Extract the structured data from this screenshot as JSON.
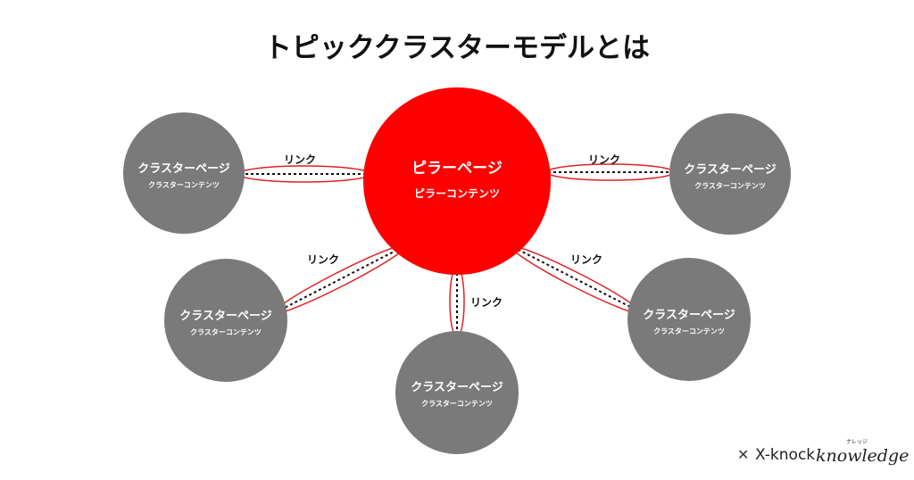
{
  "title": "トピッククラスターモデルとは",
  "colors": {
    "pillar": "#fe0000",
    "cluster": "#7a7a7a",
    "link_outline": "#e02020",
    "link_dash": "#111111"
  },
  "pillar": {
    "title": "ピラーページ",
    "subtitle": "ピラーコンテンツ"
  },
  "clusters": [
    {
      "title": "クラスターページ",
      "subtitle": "クラスターコンテンツ"
    },
    {
      "title": "クラスターページ",
      "subtitle": "クラスターコンテンツ"
    },
    {
      "title": "クラスターページ",
      "subtitle": "クラスターコンテンツ"
    },
    {
      "title": "クラスターページ",
      "subtitle": "クラスターコンテンツ"
    },
    {
      "title": "クラスターページ",
      "subtitle": "クラスターコンテンツ"
    }
  ],
  "links": [
    {
      "label": "リンク"
    },
    {
      "label": "リンク"
    },
    {
      "label": "リンク"
    },
    {
      "label": "リンク"
    },
    {
      "label": "リンク"
    }
  ],
  "brand": {
    "mark": "✕",
    "name": "X-knock",
    "script": "knowledge",
    "ruby": "ナレッジ"
  }
}
